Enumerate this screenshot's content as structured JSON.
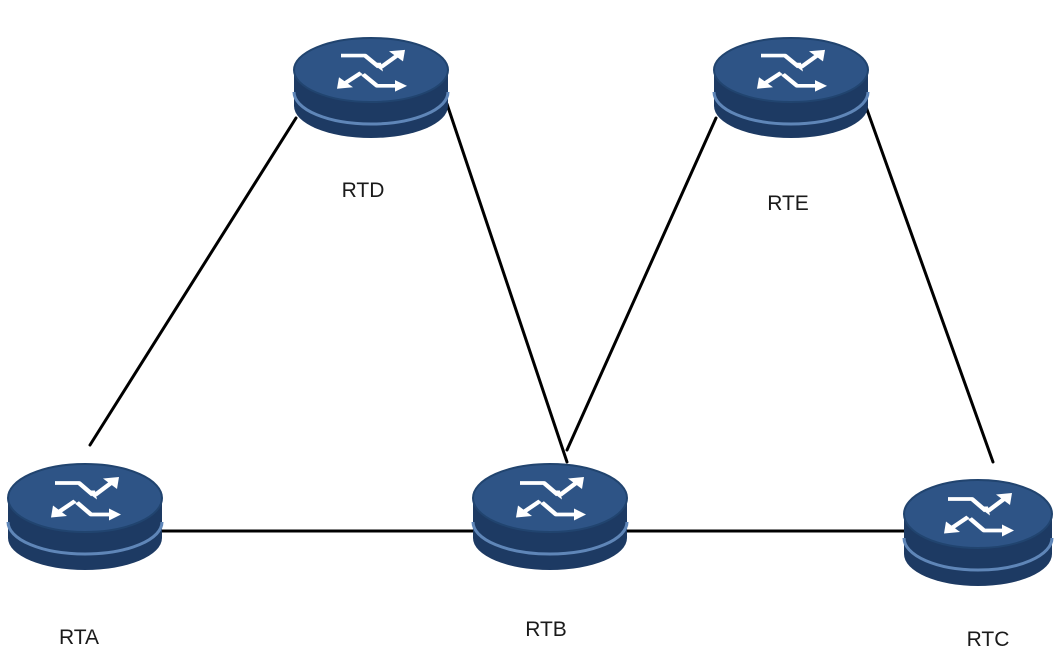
{
  "routers": [
    {
      "id": "RTA",
      "label": "RTA"
    },
    {
      "id": "RTB",
      "label": "RTB"
    },
    {
      "id": "RTC",
      "label": "RTC"
    },
    {
      "id": "RTD",
      "label": "RTD"
    },
    {
      "id": "RTE",
      "label": "RTE"
    }
  ],
  "links": [
    {
      "from": "RTA",
      "to": "RTD"
    },
    {
      "from": "RTD",
      "to": "RTB"
    },
    {
      "from": "RTA",
      "to": "RTB"
    },
    {
      "from": "RTB",
      "to": "RTE"
    },
    {
      "from": "RTB",
      "to": "RTC"
    },
    {
      "from": "RTE",
      "to": "RTC"
    }
  ],
  "colors": {
    "router_top": "#2e5486",
    "router_body": "#1d3a63",
    "router_ring": "#5f86b8",
    "arrow": "#ffffff",
    "link": "#000000",
    "label": "#1a1a1a"
  },
  "icon": "router-icon"
}
